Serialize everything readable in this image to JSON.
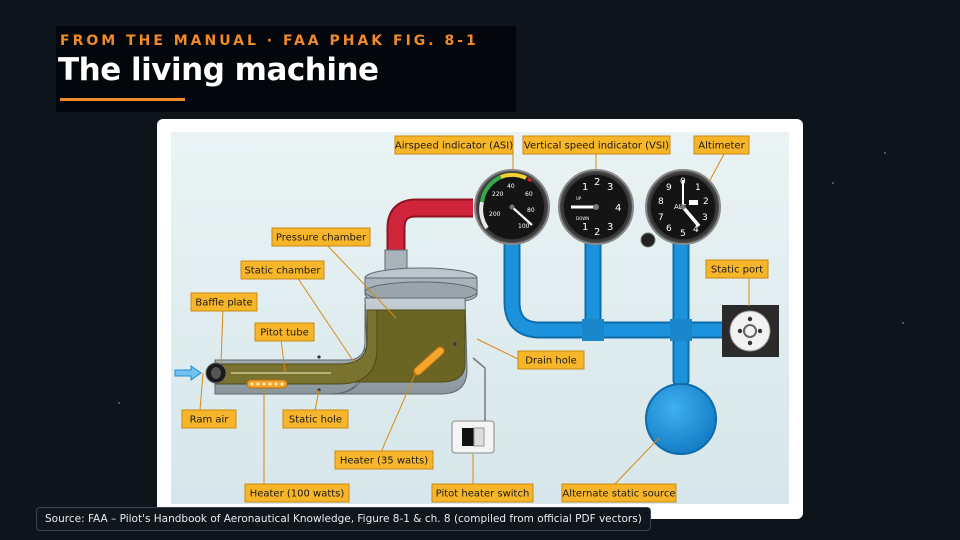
{
  "header": {
    "kicker": "FROM THE MANUAL · FAA PHAK FIG. 8-1",
    "title": "The living machine"
  },
  "figure": {
    "labels": {
      "asi": "Airspeed indicator (ASI)",
      "vsi": "Vertical speed indicator (VSI)",
      "altimeter": "Altimeter",
      "pressure_chamber": "Pressure chamber",
      "static_chamber": "Static chamber",
      "baffle_plate": "Baffle plate",
      "pitot_tube": "Pitot tube",
      "drain_hole": "Drain hole",
      "static_port": "Static port",
      "ram_air": "Ram air",
      "static_hole": "Static hole",
      "heater_35": "Heater (35 watts)",
      "heater_100": "Heater (100 watts)",
      "pitot_heater_switch": "Pitot heater switch",
      "alternate_static_source": "Alternate static source"
    },
    "colors": {
      "panel_bg": "#e3eef0",
      "label_fill": "#f7b529",
      "blue_tube": "#1c92dc",
      "red_tube": "#d0243a",
      "tube_body": "#6b6524",
      "housing": "#a9b3ba"
    }
  },
  "caption": "Source: FAA – Pilot's Handbook of Aeronautical Knowledge, Figure 8-1 & ch. 8 (compiled from official PDF vectors)"
}
